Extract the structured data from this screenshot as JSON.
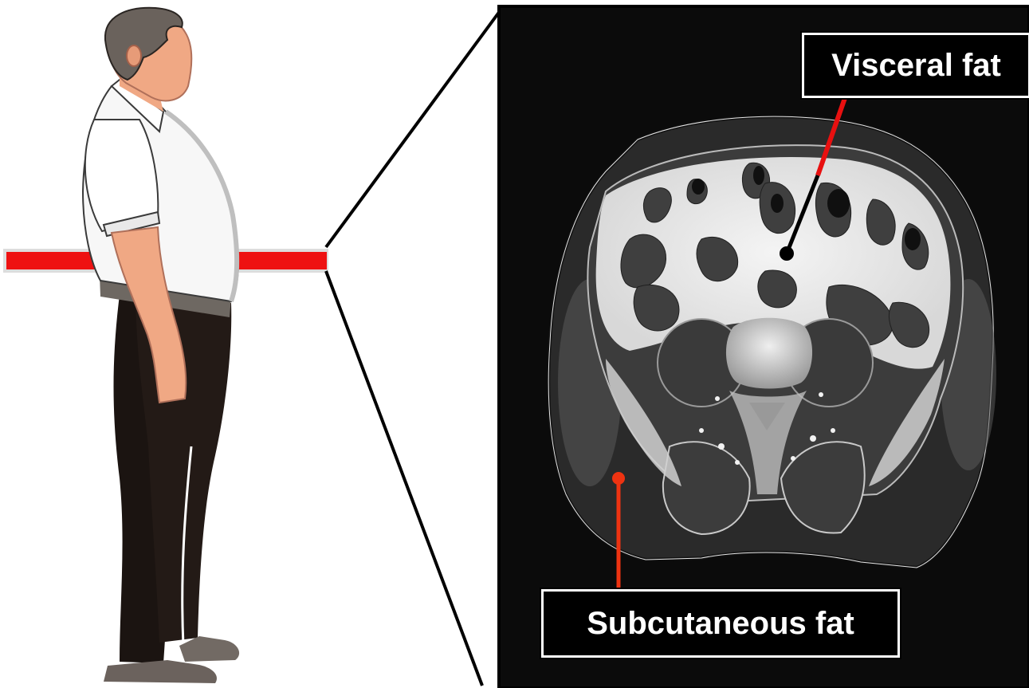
{
  "labels": {
    "visceral_fat": "Visceral fat",
    "subcutaneous_fat": "Subcutaneous fat"
  },
  "colors": {
    "measurement_band": "#ee1111",
    "visceral_pointer": "#e81010",
    "subcutaneous_pointer": "#ee3311",
    "scan_background": "#0b0b0b",
    "label_background": "#000000",
    "label_text": "#ffffff"
  },
  "icons": {
    "figure": "standing-man-side-view",
    "scan": "abdominal-ct-cross-section"
  }
}
